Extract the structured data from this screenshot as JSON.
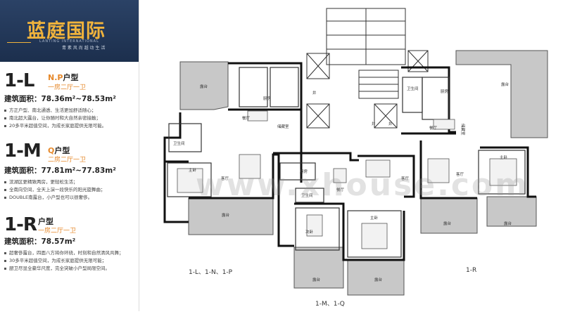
{
  "brand": {
    "logo_text": "蓝庭国际",
    "sub_text": "LANTING INTERNATIONAL",
    "tagline": "青 素 风 尚  越 动 生 活"
  },
  "units": [
    {
      "code_prefix": "1-L",
      "code_suffix": "N.P",
      "type_word": "户型",
      "layout": "一房二厅一卫",
      "area_label": "建筑面积：",
      "area_value": "78.36m²~78.53m²",
      "bullets": [
        "方正户型、南北通透、生活更加舒适随心；",
        "南北超大露台，让你随时和大自然亲密接触；",
        "20多平米超值空间，为成长家庭提供无限可能。"
      ]
    },
    {
      "code_prefix": "1-M",
      "code_suffix": "Q",
      "type_word": "户型",
      "layout": "二房二厅一卫",
      "area_label": "建筑面积：",
      "area_value": "77.81m²~77.83m²",
      "bullets": [
        "滨湖区更精致两房，更轻松生活；",
        "全南向空间，全天上演一段快乐的阳光旋舞曲；",
        "DOUBLE南露台，小户型也可以很奢侈。"
      ]
    },
    {
      "code_prefix": "1-R",
      "code_suffix": "",
      "type_word": "户型",
      "layout": "一房二厅一卫",
      "area_label": "建筑面积：",
      "area_value": "78.57m²",
      "bullets": [
        "超奢侈露台，四面八方将你环绕，时刻和自然清风共舞；",
        "30多平米超值空间，为成长家庭提供无限可能；",
        "厨卫尽显全豪华尺度，完全突破小户型局限空间。"
      ]
    }
  ],
  "plan": {
    "rooms": {
      "terrace": "露台",
      "kitchen": "厨房",
      "dining": "餐厅",
      "living": "客厅",
      "master": "主卧",
      "second": "次卧",
      "bath": "卫生间",
      "storage": "储藏室",
      "well": "井"
    },
    "labels": {
      "left": "1-L、1-N、1-P",
      "bottom": "1-M、1-Q",
      "right": "1-R"
    },
    "watermark": "www.xhouse.com"
  },
  "colors": {
    "brand_bg": "#1c2f4d",
    "accent": "#e6892b",
    "terrace": "#c8c8c8",
    "wall": "#111111"
  }
}
